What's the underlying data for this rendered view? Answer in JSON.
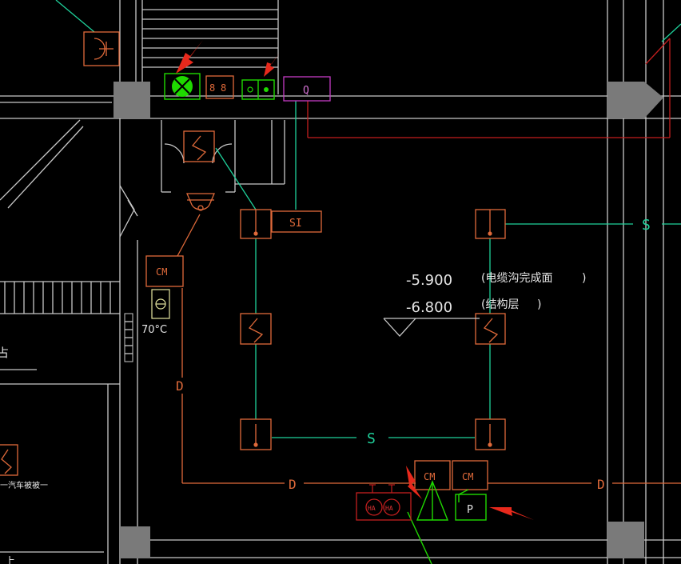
{
  "labels": {
    "cm_left": "CM",
    "cm_bottom_1": "CM",
    "cm_bottom_2": "CM",
    "si": "SI",
    "q": "Q",
    "s_right": "S",
    "s_bottom": "S",
    "d_left": "D",
    "d_bottom": "D",
    "d_right": "D",
    "p": "P",
    "ha_1": "HA",
    "ha_2": "HA",
    "temp": "70°C",
    "elev_1": "-5.900",
    "elev_2": "-6.800",
    "note_1": "(电缆沟完成面",
    "note_1_close": ")",
    "note_2": "(结构层",
    "note_2_close": ")",
    "left_note": "一汽车被被一",
    "left_edge_char_1": "占",
    "left_edge_char_2": "上"
  },
  "colors": {
    "wall": "#c8c8c8",
    "wire_orange": "#e06a3a",
    "wire_cyan": "#1fd19b",
    "wire_red": "#c41e1e",
    "device_green": "#1fd900",
    "arrow_red": "#e8291c",
    "q_magenta": "#c43ac4"
  }
}
